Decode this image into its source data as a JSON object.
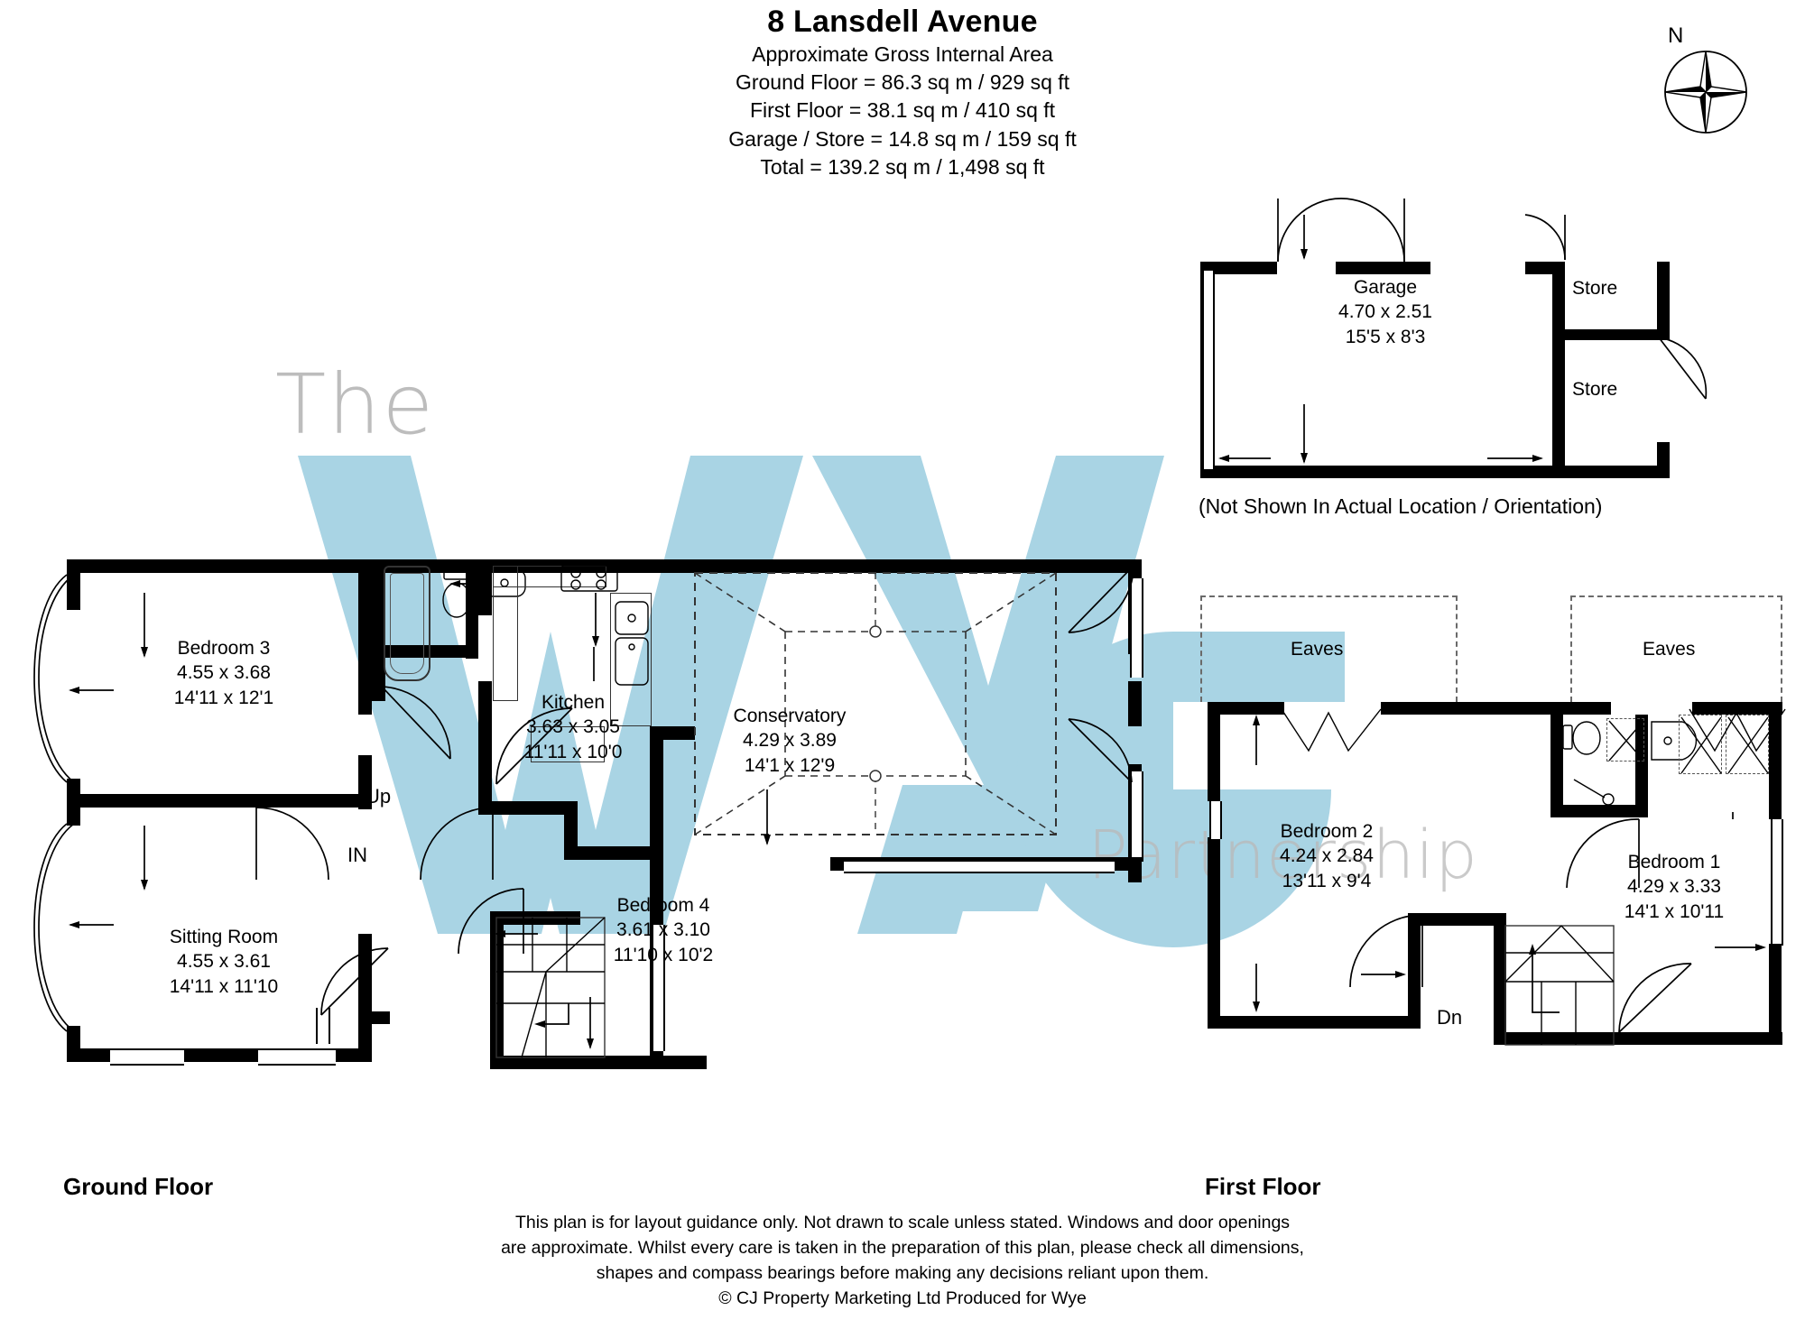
{
  "header": {
    "title": "8 Lansdell Avenue",
    "subtitle": "Approximate Gross Internal Area",
    "areas": [
      "Ground Floor = 86.3 sq m / 929 sq ft",
      "First Floor = 38.1 sq m / 410 sq ft",
      "Garage / Store = 14.8 sq m / 159 sq ft",
      "Total = 139.2 sq m / 1,498 sq ft"
    ]
  },
  "compass": {
    "north_label": "N",
    "icon": "compass-rose-icon"
  },
  "watermark": {
    "line1": "The",
    "line2": "Wye",
    "line3": "Partnership",
    "color": "#a9d4e4"
  },
  "ground_floor": {
    "label": "Ground Floor",
    "rooms": [
      {
        "name": "Bedroom 3",
        "metric": "4.55 x 3.68",
        "imperial": "14'11 x 12'1"
      },
      {
        "name": "Sitting Room",
        "metric": "4.55 x 3.61",
        "imperial": "14'11 x 11'10"
      },
      {
        "name": "Kitchen",
        "metric": "3.63 x 3.05",
        "imperial": "11'11 x 10'0"
      },
      {
        "name": "Conservatory",
        "metric": "4.29 x 3.89",
        "imperial": "14'1 x 12'9"
      },
      {
        "name": "Bedroom 4",
        "metric": "3.61 x 3.10",
        "imperial": "11'10 x 10'2"
      }
    ],
    "markers": {
      "up": "Up",
      "entrance": "IN"
    }
  },
  "first_floor": {
    "label": "First Floor",
    "rooms": [
      {
        "name": "Bedroom 2",
        "metric": "4.24 x 2.84",
        "imperial": "13'11 x 9'4"
      },
      {
        "name": "Bedroom 1",
        "metric": "4.29 x 3.33",
        "imperial": "14'1 x 10'11"
      }
    ],
    "eaves": [
      "Eaves",
      "Eaves"
    ],
    "markers": {
      "down": "Dn"
    }
  },
  "garage_block": {
    "rooms": [
      {
        "name": "Garage",
        "metric": "4.70 x 2.51",
        "imperial": "15'5 x 8'3"
      }
    ],
    "stores": [
      "Store",
      "Store"
    ],
    "note": "(Not Shown In Actual Location / Orientation)"
  },
  "footer": {
    "line1": "This plan is for layout guidance only. Not drawn to scale unless stated. Windows and door openings",
    "line2": "are approximate. Whilst every care is taken in the preparation of this plan, please check all dimensions,",
    "line3": "shapes and compass bearings before making any decisions reliant upon them.",
    "copyright": "© CJ Property Marketing Ltd  Produced for Wye"
  }
}
